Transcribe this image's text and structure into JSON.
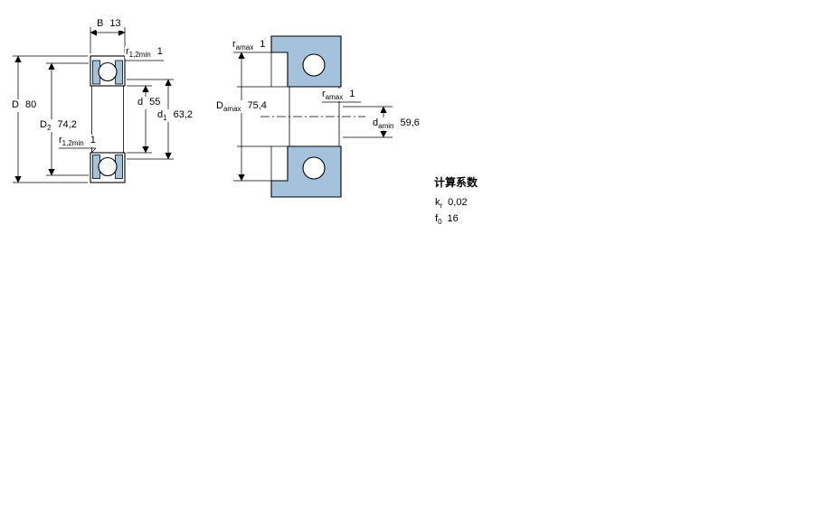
{
  "colors": {
    "shade": "#a5c2dc",
    "line": "#000000",
    "background": "#ffffff"
  },
  "left_view": {
    "b": {
      "sym": "B",
      "sub": "",
      "value": "13"
    },
    "d_outer": {
      "sym": "D",
      "sub": "",
      "value": "80"
    },
    "d2": {
      "sym": "D",
      "sub": "2",
      "value": "74,2"
    },
    "d_bore": {
      "sym": "d",
      "sub": "",
      "value": "55"
    },
    "d1": {
      "sym": "d",
      "sub": "1",
      "value": "63,2"
    },
    "r12_top": {
      "sym": "r",
      "sub": "1,2min",
      "value": "1"
    },
    "r12_bottom": {
      "sym": "r",
      "sub": "1,2min",
      "value": "1"
    }
  },
  "right_view": {
    "ra_top": {
      "sym": "r",
      "sub": "amax",
      "value": "1"
    },
    "ra_mid": {
      "sym": "r",
      "sub": "amax",
      "value": "1"
    },
    "da_max": {
      "sym": "D",
      "sub": "amax",
      "value": "75,4"
    },
    "da_min": {
      "sym": "d",
      "sub": "amin",
      "value": "59,6"
    }
  },
  "calculation_factors": {
    "title": "计算系数",
    "kr": {
      "sym": "k",
      "sub": "r",
      "value": "0,02"
    },
    "f0": {
      "sym": "f",
      "sub": "0",
      "value": "16"
    }
  }
}
